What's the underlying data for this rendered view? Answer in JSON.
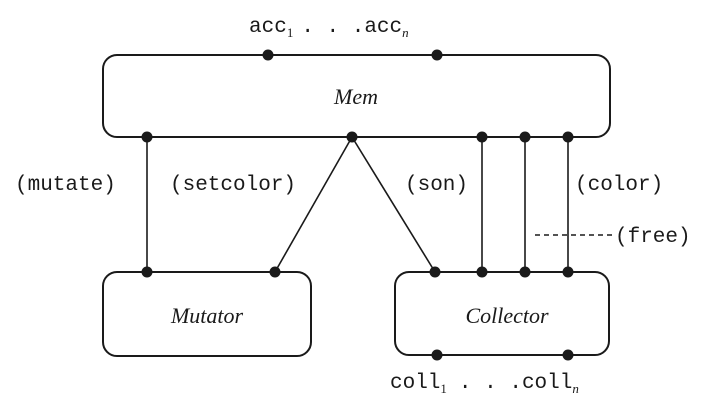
{
  "components": {
    "mem": "Mem",
    "mutator": "Mutator",
    "collector": "Collector"
  },
  "interfaces": {
    "mutate": "(mutate)",
    "setcolor": "(setcolor)",
    "son": "(son)",
    "color": "(color)",
    "free": "(free)"
  },
  "ports": {
    "acc_base": "acc",
    "acc_first_sub": "1",
    "acc_last_sub": "n",
    "acc_ellipsis": ". . .",
    "coll_base": "coll",
    "coll_first_sub": "1",
    "coll_last_sub": "n",
    "coll_ellipsis": ". . ."
  }
}
